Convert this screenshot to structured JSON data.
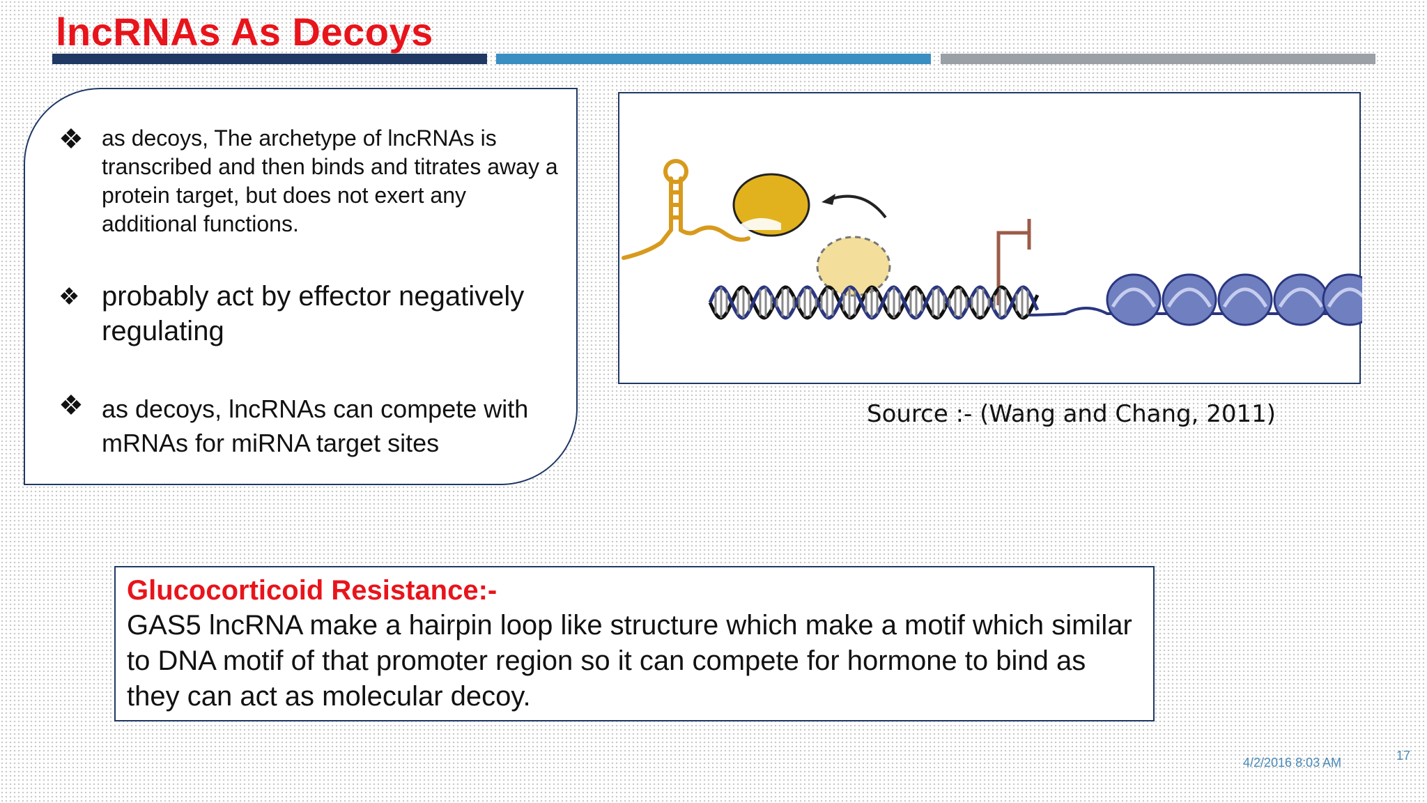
{
  "slide": {
    "title": "lncRNAs As Decoys",
    "date": "4/2/2016 8:03 AM",
    "page_number": "17"
  },
  "bullets": [
    {
      "icon": "diamond-bullet-icon",
      "text": "as decoys, The archetype of lncRNAs is transcribed and then binds and titrates away a protein target, but does not exert any additional functions."
    },
    {
      "icon": "diamond-bullet-icon",
      "text": "probably act by effector negatively regulating"
    },
    {
      "icon": "diamond-bullet-icon",
      "text": "as decoys, lncRNAs can compete with mRNAs for miRNA target sites"
    }
  ],
  "figure": {
    "source": "Source :-  (Wang and Chang, 2011)"
  },
  "gluco": {
    "heading": "Glucocorticoid Resistance:-",
    "body": "GAS5 lncRNA make a hairpin loop like structure which make a motif which similar to DNA motif of that promoter region so it can compete for  hormone to bind as they can act as molecular decoy."
  },
  "colors": {
    "title": "#e8141b",
    "bar_navy": "#1f3864",
    "bar_blue": "#3a8fc2",
    "bar_gray": "#9aa0a6",
    "rna": "#d89a1c",
    "protein": "#e2b21e",
    "nucleosome": "#6f7fbf"
  }
}
